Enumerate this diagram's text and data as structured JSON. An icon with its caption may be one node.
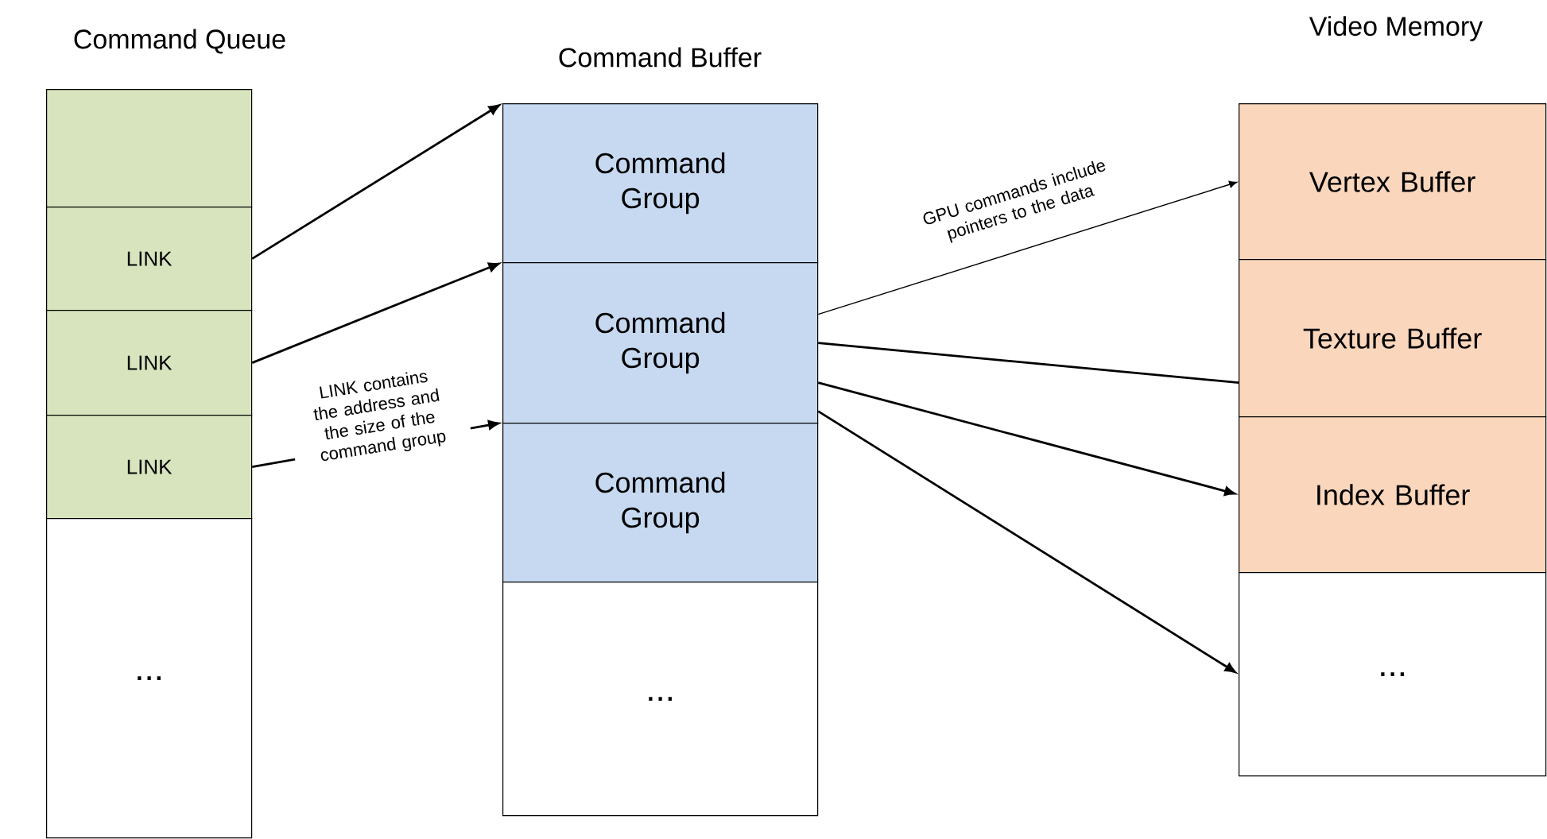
{
  "diagram": {
    "nodes": [
      {
        "text": [],
        "shape": "box"
      },
      {
        "text": [
          "LINK"
        ]
      },
      {
        "text": [
          "LINK"
        ]
      },
      {
        "text": [
          "LINK"
        ]
      },
      {
        "text": [
          "..."
        ]
      },
      {
        "text": [
          "Command Group"
        ]
      },
      {
        "text": [
          "Command Group"
        ]
      },
      {
        "text": [
          "Command Group"
        ]
      },
      {
        "text": [
          "..."
        ]
      },
      {
        "text": [
          "Vertex Buffer"
        ]
      },
      {
        "text": [
          "Texture Buffer"
        ]
      },
      {
        "text": [
          "Index Buffer"
        ]
      },
      {
        "text": [
          "..."
        ]
      }
    ],
    "edges": [
      {
        "from": 1,
        "to": 5,
        "arrow": "to"
      },
      {
        "from": 2,
        "to": 6,
        "arrow": "to"
      },
      {
        "from": 3,
        "to": 7,
        "arrow": "to",
        "label": "LINK contains the address and the size of the command group"
      },
      {
        "from": 6,
        "to": 9,
        "arrow": "to",
        "label": "GPU commands include pointers to the data"
      },
      {
        "from": 6,
        "to": 10,
        "arrow": "none"
      },
      {
        "from": 6,
        "to": 11,
        "arrow": "to"
      },
      {
        "from": 6,
        "to": 12,
        "arrow": "to"
      }
    ],
    "labels": [
      "Command Queue",
      "Command Buffer",
      "Video Memory"
    ]
  }
}
